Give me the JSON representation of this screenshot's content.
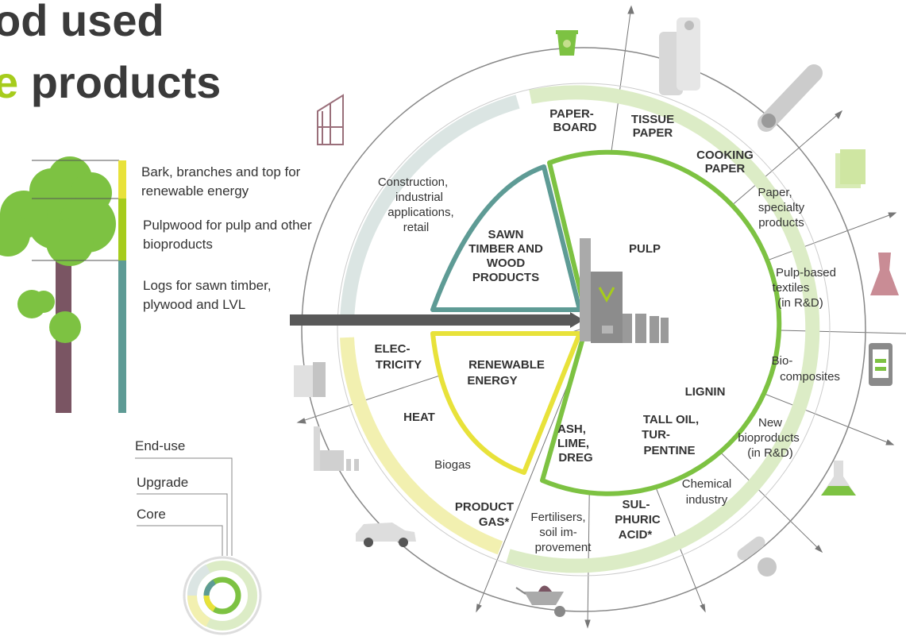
{
  "title": {
    "line1": "od used",
    "line2_accent": "e",
    "line2": " products"
  },
  "tree_legend": {
    "top": "Bark, branches and top for renewable energy",
    "middle": "Pulpwood for pulp and other bioproducts",
    "bottom": "Logs for sawn timber, plywood and LVL"
  },
  "ring_legend": {
    "end_use": "End-use",
    "upgrade": "Upgrade",
    "core": "Core"
  },
  "core": {
    "sawn": [
      "SAWN",
      "TIMBER AND",
      "WOOD",
      "PRODUCTS"
    ],
    "pulp": "PULP",
    "energy": [
      "RENEWABLE",
      "ENERGY"
    ]
  },
  "upgrade": {
    "paperboard": [
      "PAPER-",
      "BOARD"
    ],
    "tissue": [
      "TISSUE",
      "PAPER"
    ],
    "cooking": [
      "COOKING",
      "PAPER"
    ],
    "lignin": "LIGNIN",
    "tall_oil": [
      "TALL OIL,",
      "TUR-",
      "PENTINE"
    ],
    "ash": [
      "ASH,",
      "LIME,",
      "DREG"
    ],
    "sulphuric": [
      "SUL-",
      "PHURIC",
      "ACID*"
    ],
    "product_gas": [
      "PRODUCT",
      "GAS*"
    ],
    "heat": "HEAT",
    "electricity": [
      "ELEC-",
      "TRICITY"
    ]
  },
  "end_use": {
    "construction": [
      "Construction,",
      "industrial",
      "applications,",
      "retail"
    ],
    "paper_specialty": [
      "Paper,",
      "specialty",
      "products"
    ],
    "textiles": [
      "Pulp-based",
      "textiles",
      "(in R&D)"
    ],
    "biocomposites": [
      "Bio-",
      "composites"
    ],
    "new_bioproducts": [
      "New",
      "bioproducts",
      "(in R&D)"
    ],
    "chemical": [
      "Chemical",
      "industry"
    ],
    "fertilisers": [
      "Fertilisers,",
      "soil im-",
      "provement"
    ],
    "biogas": "Biogas"
  },
  "colors": {
    "accent_green": "#7dc242",
    "light_green": "#dcecc6",
    "teal": "#5e9b95",
    "light_teal": "#dbe5e3",
    "yellow": "#e8e23a",
    "light_yellow": "#f2f0b0",
    "dark": "#595959"
  },
  "icons": [
    "cup-icon",
    "tissue-roll-icon",
    "paper-roll-icon",
    "paper-stack-icon",
    "dress-icon",
    "phone-icon",
    "flask-icon",
    "pills-icon",
    "wheelbarrow-icon",
    "car-icon",
    "factory-icon",
    "building-icon",
    "house-frame-icon",
    "mill-icon",
    "tree-icon"
  ]
}
